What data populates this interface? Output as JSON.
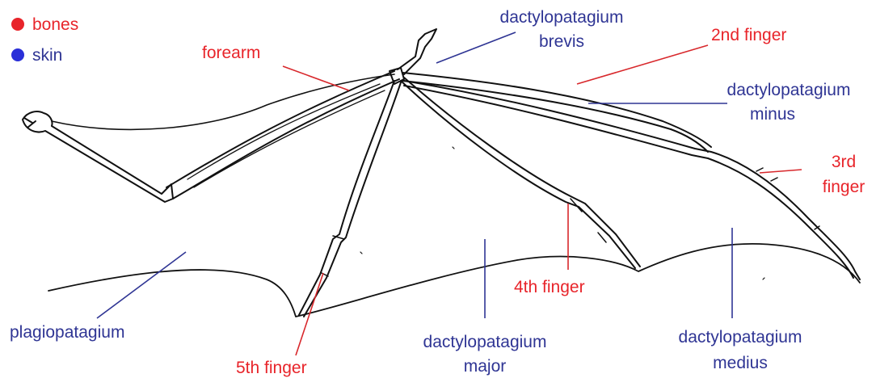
{
  "legend": {
    "bones": {
      "label": "bones",
      "color": "#e8242a"
    },
    "skin": {
      "label": "skin",
      "color": "#2a2fd8"
    }
  },
  "labels": {
    "forearm": "forearm",
    "second_finger": "2nd finger",
    "third_finger_line1": "3rd",
    "third_finger_line2": "finger",
    "fourth_finger": "4th finger",
    "fifth_finger": "5th finger",
    "dactylopatagium_brevis_line1": "dactylopatagium",
    "dactylopatagium_brevis_line2": "brevis",
    "dactylopatagium_minus_line1": "dactylopatagium",
    "dactylopatagium_minus_line2": "minus",
    "dactylopatagium_major_line1": "dactylopatagium",
    "dactylopatagium_major_line2": "major",
    "dactylopatagium_medius_line1": "dactylopatagium",
    "dactylopatagium_medius_line2": "medius",
    "plagiopatagium": "plagiopatagium"
  },
  "colors": {
    "bone_label": "#e8242a",
    "skin_label": "#2f3594",
    "sketch": "#111111"
  }
}
